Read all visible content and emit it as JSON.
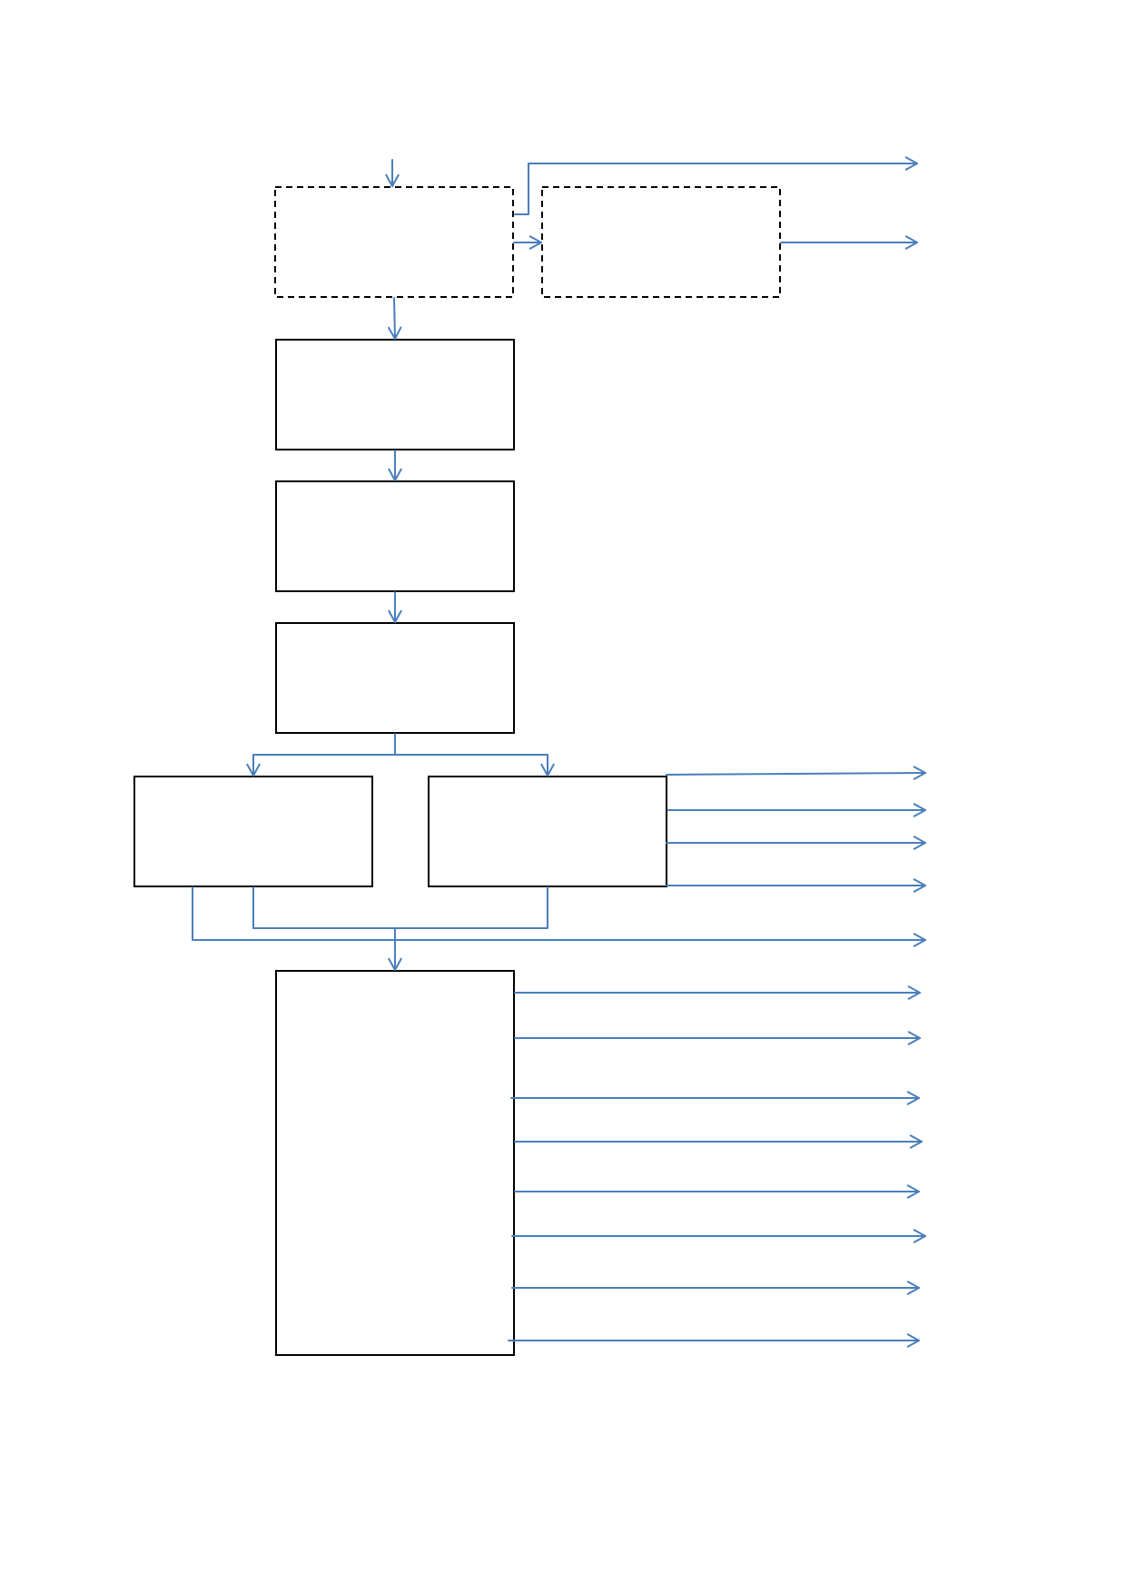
{
  "diagram": {
    "colors": {
      "box_stroke": "#000000",
      "arrow": "#4a7ebb",
      "background": "#ffffff"
    },
    "boxes": [
      {
        "id": "input-stage",
        "style": "dashed",
        "label": ""
      },
      {
        "id": "side-stage",
        "style": "dashed",
        "label": ""
      },
      {
        "id": "stage-1",
        "style": "solid",
        "label": ""
      },
      {
        "id": "stage-2",
        "style": "solid",
        "label": ""
      },
      {
        "id": "stage-3",
        "style": "solid",
        "label": ""
      },
      {
        "id": "left-branch",
        "style": "solid",
        "label": ""
      },
      {
        "id": "right-branch",
        "style": "solid",
        "label": ""
      },
      {
        "id": "output-stage",
        "style": "solid",
        "label": ""
      }
    ]
  }
}
